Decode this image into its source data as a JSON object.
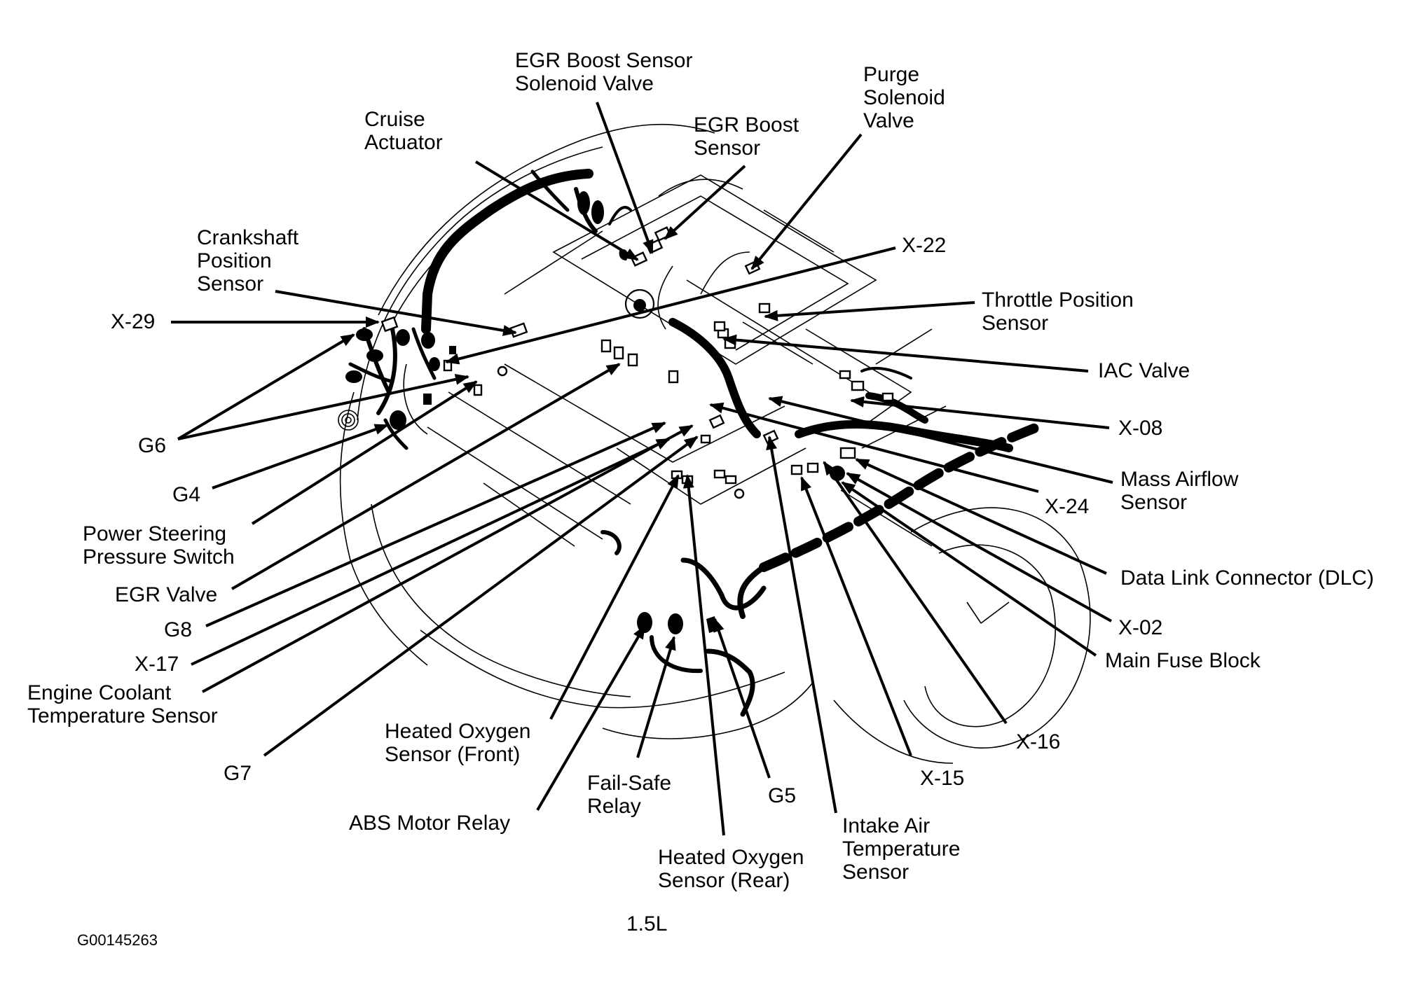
{
  "figure": {
    "engine_label": "1.5L",
    "figure_code": "G00145263"
  },
  "callouts": [
    {
      "id": "egr-boost-sensor-solenoid-valve",
      "text": "EGR Boost Sensor\nSolenoid Valve"
    },
    {
      "id": "cruise-actuator",
      "text": "Cruise\nActuator"
    },
    {
      "id": "egr-boost-sensor",
      "text": "EGR Boost\nSensor"
    },
    {
      "id": "purge-solenoid-valve",
      "text": "Purge\nSolenoid\nValve"
    },
    {
      "id": "x-22",
      "text": "X-22"
    },
    {
      "id": "crankshaft-position-sensor",
      "text": "Crankshaft\nPosition\nSensor"
    },
    {
      "id": "throttle-position-sensor",
      "text": "Throttle Position\nSensor"
    },
    {
      "id": "x-29",
      "text": "X-29"
    },
    {
      "id": "iac-valve",
      "text": "IAC Valve"
    },
    {
      "id": "x-08",
      "text": "X-08"
    },
    {
      "id": "g6",
      "text": "G6"
    },
    {
      "id": "mass-airflow-sensor",
      "text": "Mass Airflow\nSensor"
    },
    {
      "id": "x-24",
      "text": "X-24"
    },
    {
      "id": "g4",
      "text": "G4"
    },
    {
      "id": "power-steering-pressure-switch",
      "text": "Power Steering\nPressure Switch"
    },
    {
      "id": "data-link-connector",
      "text": "Data Link Connector (DLC)"
    },
    {
      "id": "egr-valve",
      "text": "EGR Valve"
    },
    {
      "id": "x-02",
      "text": "X-02"
    },
    {
      "id": "g8",
      "text": "G8"
    },
    {
      "id": "main-fuse-block",
      "text": "Main Fuse Block"
    },
    {
      "id": "x-17",
      "text": "X-17"
    },
    {
      "id": "engine-coolant-temperature-sensor",
      "text": "Engine Coolant\nTemperature Sensor"
    },
    {
      "id": "x-16",
      "text": "X-16"
    },
    {
      "id": "heated-oxygen-sensor-front",
      "text": "Heated Oxygen\nSensor (Front)"
    },
    {
      "id": "g7",
      "text": "G7"
    },
    {
      "id": "x-15",
      "text": "X-15"
    },
    {
      "id": "fail-safe-relay",
      "text": "Fail-Safe\nRelay"
    },
    {
      "id": "g5",
      "text": "G5"
    },
    {
      "id": "abs-motor-relay",
      "text": "ABS Motor Relay"
    },
    {
      "id": "intake-air-temperature-sensor",
      "text": "Intake Air\nTemperature\nSensor"
    },
    {
      "id": "heated-oxygen-sensor-rear",
      "text": "Heated Oxygen\nSensor (Rear)"
    }
  ]
}
